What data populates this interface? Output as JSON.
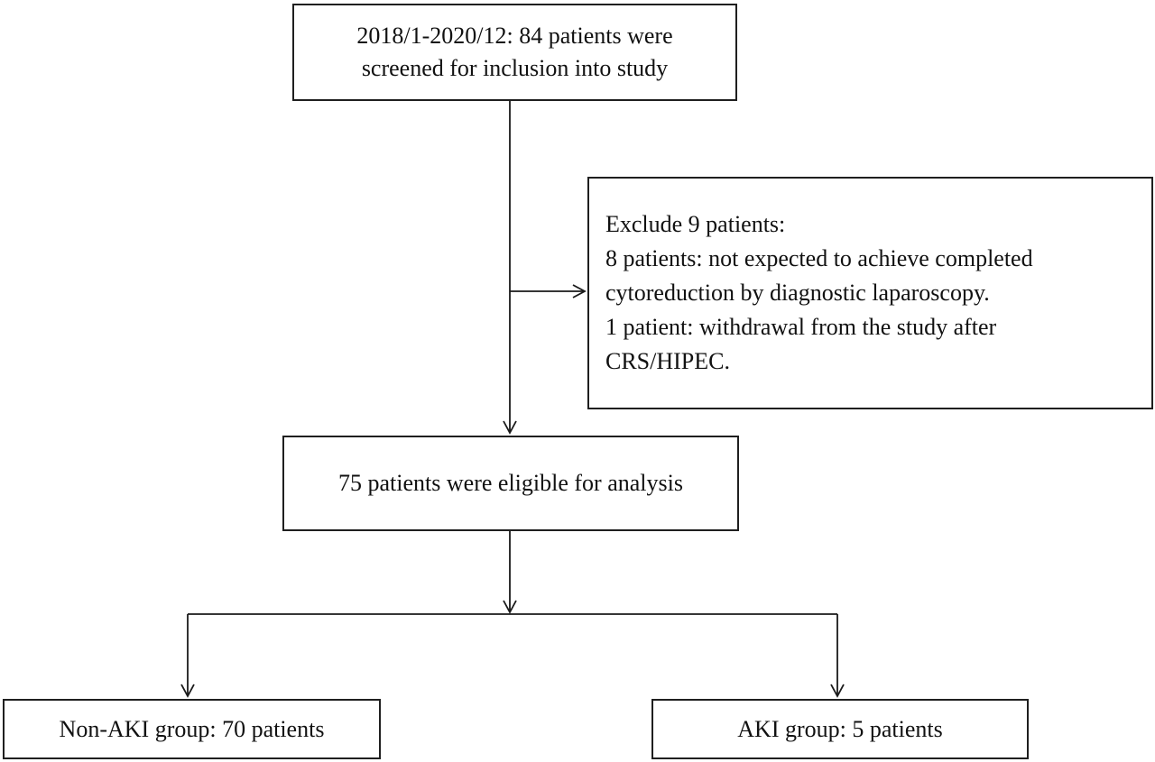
{
  "diagram": {
    "type": "flowchart",
    "boxes": {
      "screened": {
        "lines": [
          "2018/1-2020/12: 84 patients were",
          "screened for inclusion into study"
        ]
      },
      "excluded": {
        "lines": [
          "Exclude 9 patients:",
          "8 patients: not expected to achieve completed",
          "cytoreduction by diagnostic laparoscopy.",
          "1 patient: withdrawal from the study after",
          "CRS/HIPEC."
        ]
      },
      "eligible": {
        "text": "75 patients were eligible for analysis"
      },
      "non_aki": {
        "text": "Non-AKI group: 70 patients"
      },
      "aki": {
        "text": "AKI group: 5 patients"
      }
    },
    "counts": {
      "screened": 84,
      "excluded_total": 9,
      "excluded_no_cytoreduction": 8,
      "excluded_withdrawal": 1,
      "eligible": 75,
      "non_aki": 70,
      "aki": 5
    },
    "colors": {
      "line": "#1a1a1a",
      "box_border": "#1f1f1f",
      "background": "#ffffff",
      "text": "#111111"
    }
  }
}
